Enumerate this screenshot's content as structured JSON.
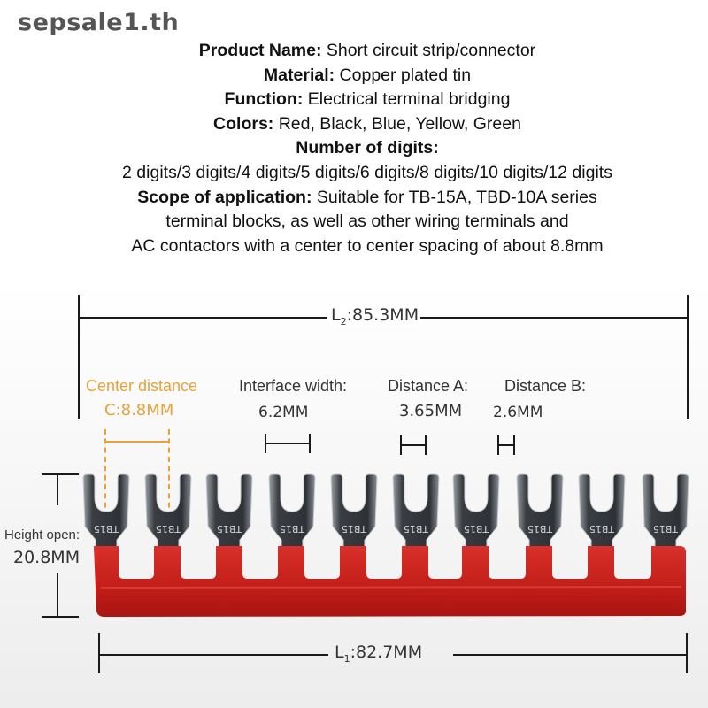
{
  "brand": "sepsale1.th",
  "specs": [
    {
      "label": "Product Name:",
      "value": "Short circuit strip/connector"
    },
    {
      "label": "Material:",
      "value": "Copper plated tin"
    },
    {
      "label": "Function:",
      "value": "Electrical terminal bridging"
    },
    {
      "label": "Colors:",
      "value": "Red, Black, Blue, Yellow, Green"
    },
    {
      "label": "Number of digits:",
      "value": ""
    },
    {
      "label": "",
      "value": "2 digits/3 digits/4 digits/5 digits/6 digits/8 digits/10 digits/12 digits"
    },
    {
      "label": "Scope of application:",
      "value": "Suitable for TB-15A, TBD-10A series"
    },
    {
      "label": "",
      "value": "terminal blocks, as well as other wiring terminals and"
    },
    {
      "label": "",
      "value": "AC contactors with a center to center spacing of about 8.8mm"
    }
  ],
  "dimensions": {
    "l2": {
      "prefix": "L",
      "sub": "2",
      "value": ":85.3MM"
    },
    "l1": {
      "prefix": "L",
      "sub": "1",
      "value": ":82.7MM"
    },
    "center_distance": {
      "label": "Center distance",
      "value": "C:8.8MM"
    },
    "interface_width": {
      "label": "Interface width:",
      "value": "6.2MM"
    },
    "distance_a": {
      "label": "Distance A:",
      "value": "3.65MM"
    },
    "distance_b": {
      "label": "Distance B:",
      "value": "2.6MM"
    },
    "height_open": {
      "label": "Height open:",
      "value": "20.8MM"
    }
  },
  "product": {
    "terminal_count": 10,
    "terminal_marking": "TB15",
    "body_color": "#c8201c",
    "metal_color": "#3a3d42",
    "accent_color": "#e8a23a"
  }
}
